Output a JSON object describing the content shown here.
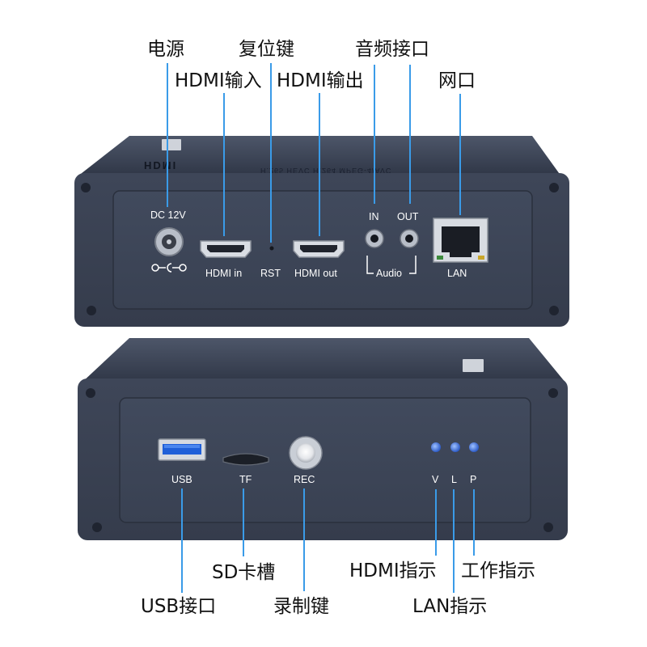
{
  "callouts_top": {
    "power": "电源",
    "reset_key": "复位键",
    "audio_port": "音频接口",
    "hdmi_input": "HDMI输入",
    "hdmi_output": "HDMI输出",
    "network_port": "网口"
  },
  "callouts_bottom": {
    "sd_slot": "SD卡槽",
    "usb_port": "USB接口",
    "record_key": "录制键",
    "hdmi_indicator": "HDMI指示",
    "work_indicator": "工作指示",
    "lan_indicator": "LAN指示"
  },
  "front_panel": {
    "dc_label": "DC 12V",
    "hdmi_in_label": "HDMI in",
    "rst_label": "RST",
    "hdmi_out_label": "HDMI out",
    "audio_in_label": "IN",
    "audio_out_label": "OUT",
    "audio_label": "Audio",
    "lan_label": "LAN"
  },
  "device_top": {
    "brand": "HDMI",
    "spec_line": "H.265 HEVC  H.264 MPEG-4/AVC"
  },
  "back_panel": {
    "usb_label": "USB",
    "tf_label": "TF",
    "rec_label": "REC",
    "led_v_label": "V",
    "led_l_label": "L",
    "led_p_label": "P"
  },
  "colors": {
    "chassis": "#3a4254",
    "leader_line": "#3a9be8",
    "led": "#3f6fd6"
  }
}
